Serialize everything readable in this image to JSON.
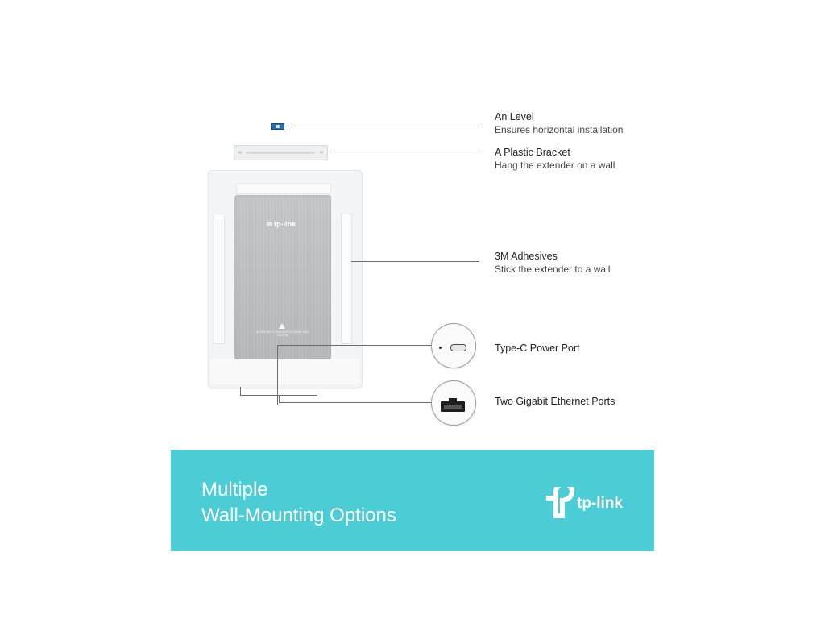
{
  "callouts": {
    "level": {
      "title": "An Level",
      "subtitle": "Ensures horizontal installation"
    },
    "plastic_bracket": {
      "title": "A Plastic Bracket",
      "subtitle": "Hang the extender on a wall"
    },
    "adhesives": {
      "title": "3M Adhesives",
      "subtitle": "Stick the extender to a wall"
    },
    "power_port": {
      "title": "Type-C Power Port"
    },
    "ethernet_ports": {
      "title": "Two Gigabit Ethernet Ports"
    }
  },
  "device": {
    "logo_text": "tp-link",
    "fine_print": "AX1500 Wi-Fi 6 Access Point Model: Deco X50-PoE"
  },
  "banner": {
    "title_line1": "Multiple",
    "title_line2": "Wall-Mounting Options",
    "brand": "tp-link",
    "color": "#4cccd5"
  },
  "icons": [
    "level-icon",
    "plastic-bracket-icon",
    "tp-link-logo-icon",
    "warning-triangle-icon",
    "usb-c-port-icon",
    "ethernet-port-icon"
  ]
}
